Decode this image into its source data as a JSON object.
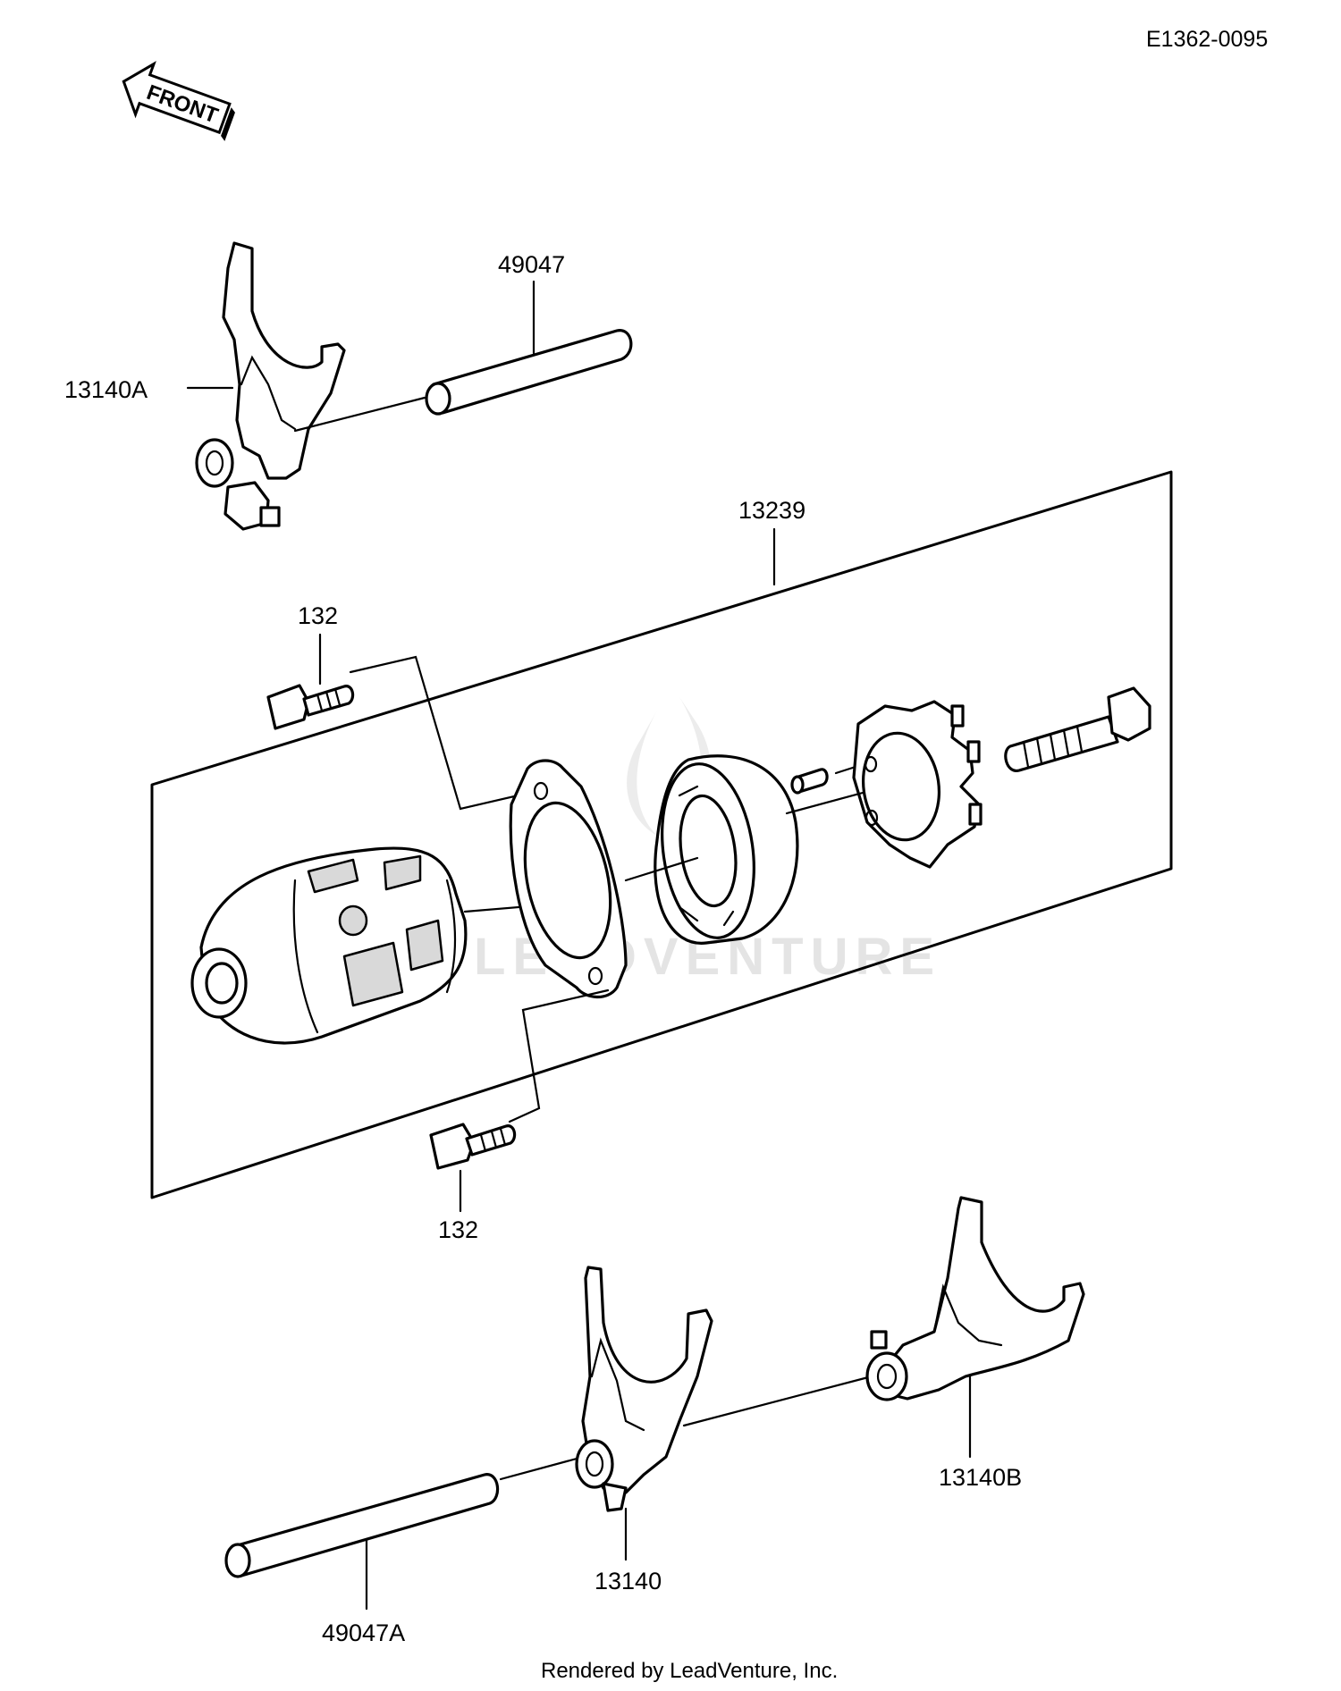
{
  "diagram_code": "E1362-0095",
  "orientation": {
    "label": "FRONT",
    "icon": "front-arrow-icon"
  },
  "parts": {
    "fork_13140A": "13140A",
    "shaft_49047": "49047",
    "assembly_13239": "13239",
    "bolt_132_upper": "132",
    "bolt_132_lower": "132",
    "fork_13140": "13140",
    "fork_13140B": "13140B",
    "shaft_49047A": "49047A"
  },
  "watermark": "LEADVENTURE",
  "footer": "Rendered by LeadVenture, Inc."
}
